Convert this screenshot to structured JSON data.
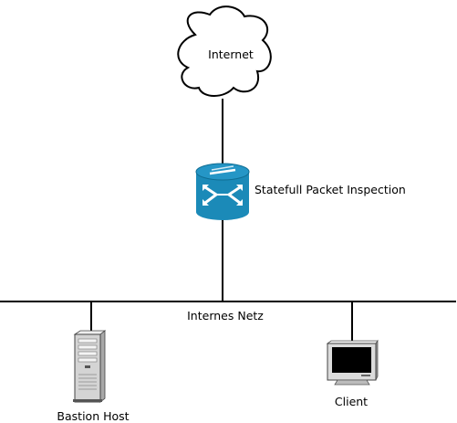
{
  "nodes": {
    "internet": {
      "label": "Internet",
      "icon": "cloud-icon"
    },
    "firewall": {
      "label": "Statefull Packet Inspection",
      "icon": "router-switch-icon"
    },
    "network": {
      "label": "Internes Netz"
    },
    "bastion": {
      "label": "Bastion Host",
      "icon": "server-tower-icon"
    },
    "client": {
      "label": "Client",
      "icon": "monitor-icon"
    }
  },
  "colors": {
    "line": "#000000",
    "device_blue": "#1b8ab8",
    "device_blue_dark": "#0f6d93",
    "server_gray": "#d4d4d4"
  }
}
